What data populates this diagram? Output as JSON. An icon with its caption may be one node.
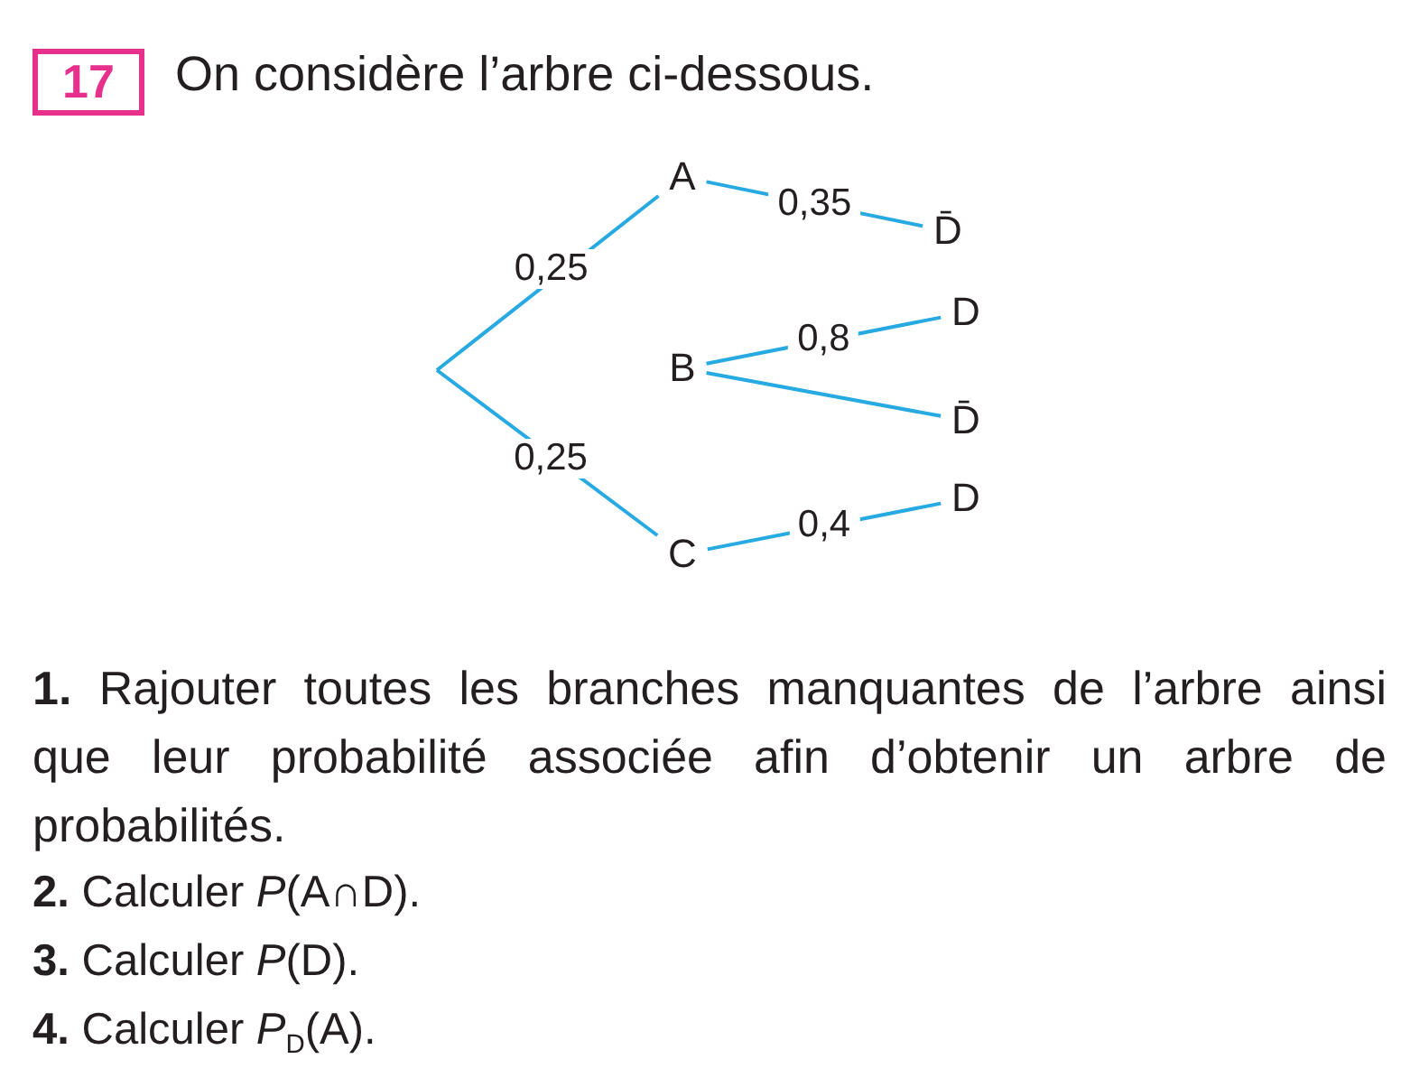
{
  "diagram": {
    "title": "On considère l’arbre ci-dessous.",
    "nodes": [
      {
        "text": [
          "17"
        ]
      },
      {
        "text": [
          "A"
        ]
      },
      {
        "text": [
          "D̄"
        ]
      },
      {
        "text": [
          "B"
        ]
      },
      {
        "text": [
          "D"
        ]
      },
      {
        "text": [
          "D̄"
        ]
      },
      {
        "text": [
          "C"
        ]
      },
      {
        "text": [
          "D"
        ]
      }
    ],
    "edges": [
      {
        "from": null,
        "to": 1,
        "arrow": "none",
        "label": "0,25"
      },
      {
        "from": null,
        "to": 6,
        "arrow": "none",
        "label": "0,25"
      },
      {
        "from": 1,
        "to": 2,
        "arrow": "none",
        "label": "0,35"
      },
      {
        "from": 3,
        "to": 4,
        "arrow": "none",
        "label": "0,8"
      },
      {
        "from": 3,
        "to": 5,
        "arrow": "none"
      },
      {
        "from": 6,
        "to": 7,
        "arrow": "none",
        "label": "0,4"
      }
    ],
    "labels": [
      "**1.** Rajouter toutes les branches manquantes de l’arbre ainsi que leur probabilité associée afin d’obtenir un arbre de probabilités.",
      "**2.** Calculer *P*(A∩D).",
      "**3.** Calculer *P*(D).",
      "**4.** Calculer *P*$_{D}$(A)."
    ]
  }
}
